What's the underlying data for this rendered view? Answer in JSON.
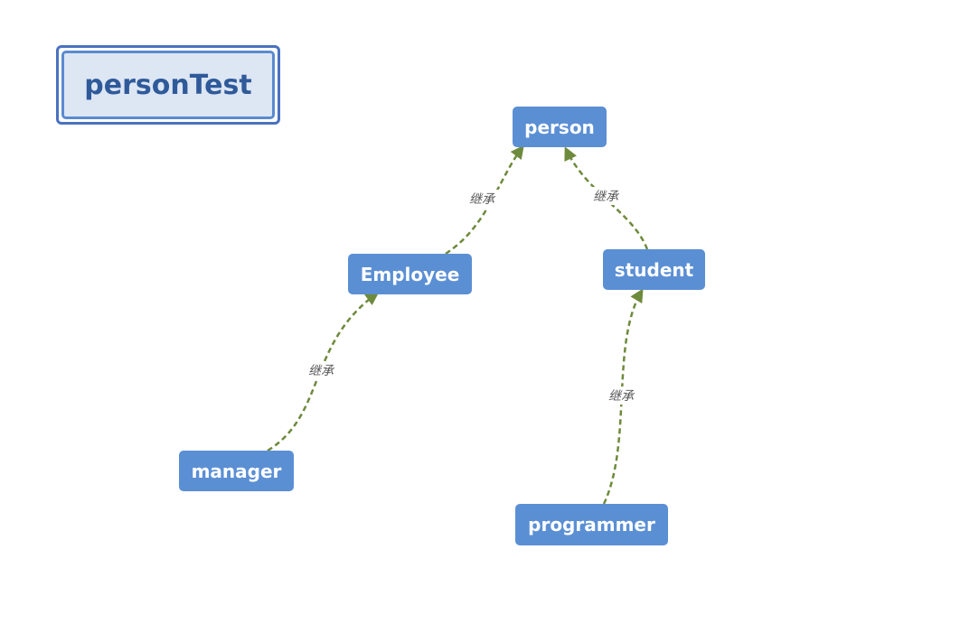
{
  "title": "personTest",
  "nodes": {
    "person": "person",
    "employee": "Employee",
    "student": "student",
    "manager": "manager",
    "programmer": "programmer"
  },
  "edges": {
    "employee_person": "继承",
    "student_person": "继承",
    "manager_employee": "继承",
    "programmer_student": "继承"
  },
  "colors": {
    "node_fill": "#5b8fd4",
    "edge": "#6e8a3c",
    "title_border": "#4a72c0",
    "title_fill": "#dde6f3",
    "title_text": "#2f5a9a"
  }
}
